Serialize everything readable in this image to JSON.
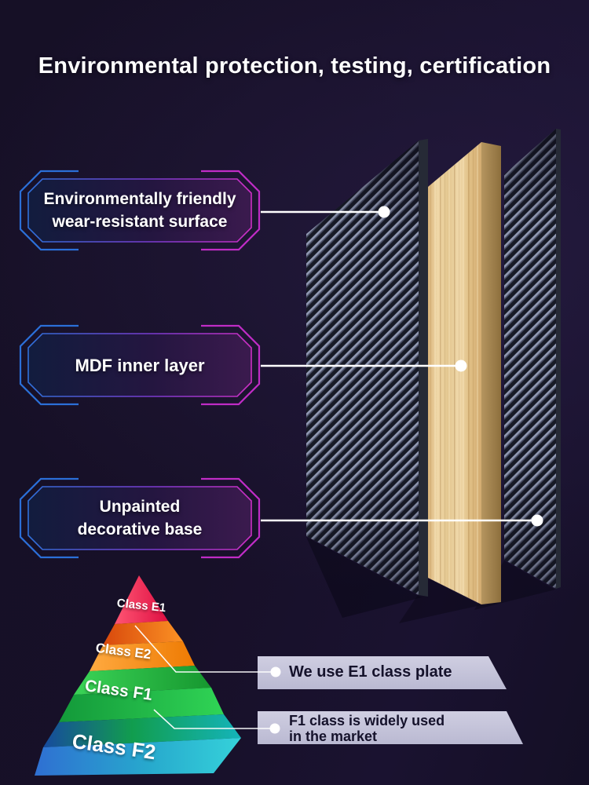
{
  "title": "Environmental protection, testing, certification",
  "callouts": [
    {
      "lines": [
        "Environmentally friendly",
        "wear-resistant surface"
      ]
    },
    {
      "lines": [
        "MDF inner layer"
      ]
    },
    {
      "lines": [
        "Unpainted",
        "decorative base"
      ]
    }
  ],
  "pyramid": {
    "levels": [
      {
        "label": "Class E1",
        "color": "#e61a49"
      },
      {
        "label": "Class E2",
        "color": "#f5820d"
      },
      {
        "label": "Class F1",
        "color": "#22c14a"
      },
      {
        "label": "Class F2",
        "color": "#2b9fd4"
      }
    ]
  },
  "banners": [
    {
      "lines": [
        "We use E1 class plate"
      ]
    },
    {
      "lines": [
        "F1 class is widely used",
        "in the market"
      ]
    }
  ],
  "icons": {
    "callout_pointer": "white-dot",
    "banner_bullet": "white-dot"
  },
  "colors": {
    "background": "#171028",
    "callout_border_blue": "#2e6fd6",
    "callout_border_magenta": "#c62cc0",
    "callout_fill_left": "#121c3e",
    "callout_fill_right": "#3b1a4e",
    "banner_bg": "#c5c4da",
    "banner_text": "#15122b",
    "carbon_stripe": "#9098b2",
    "carbon_dark": "#171a26",
    "wood": "#ebd09e",
    "wood_side": "#a8885a",
    "text": "#ffffff"
  }
}
